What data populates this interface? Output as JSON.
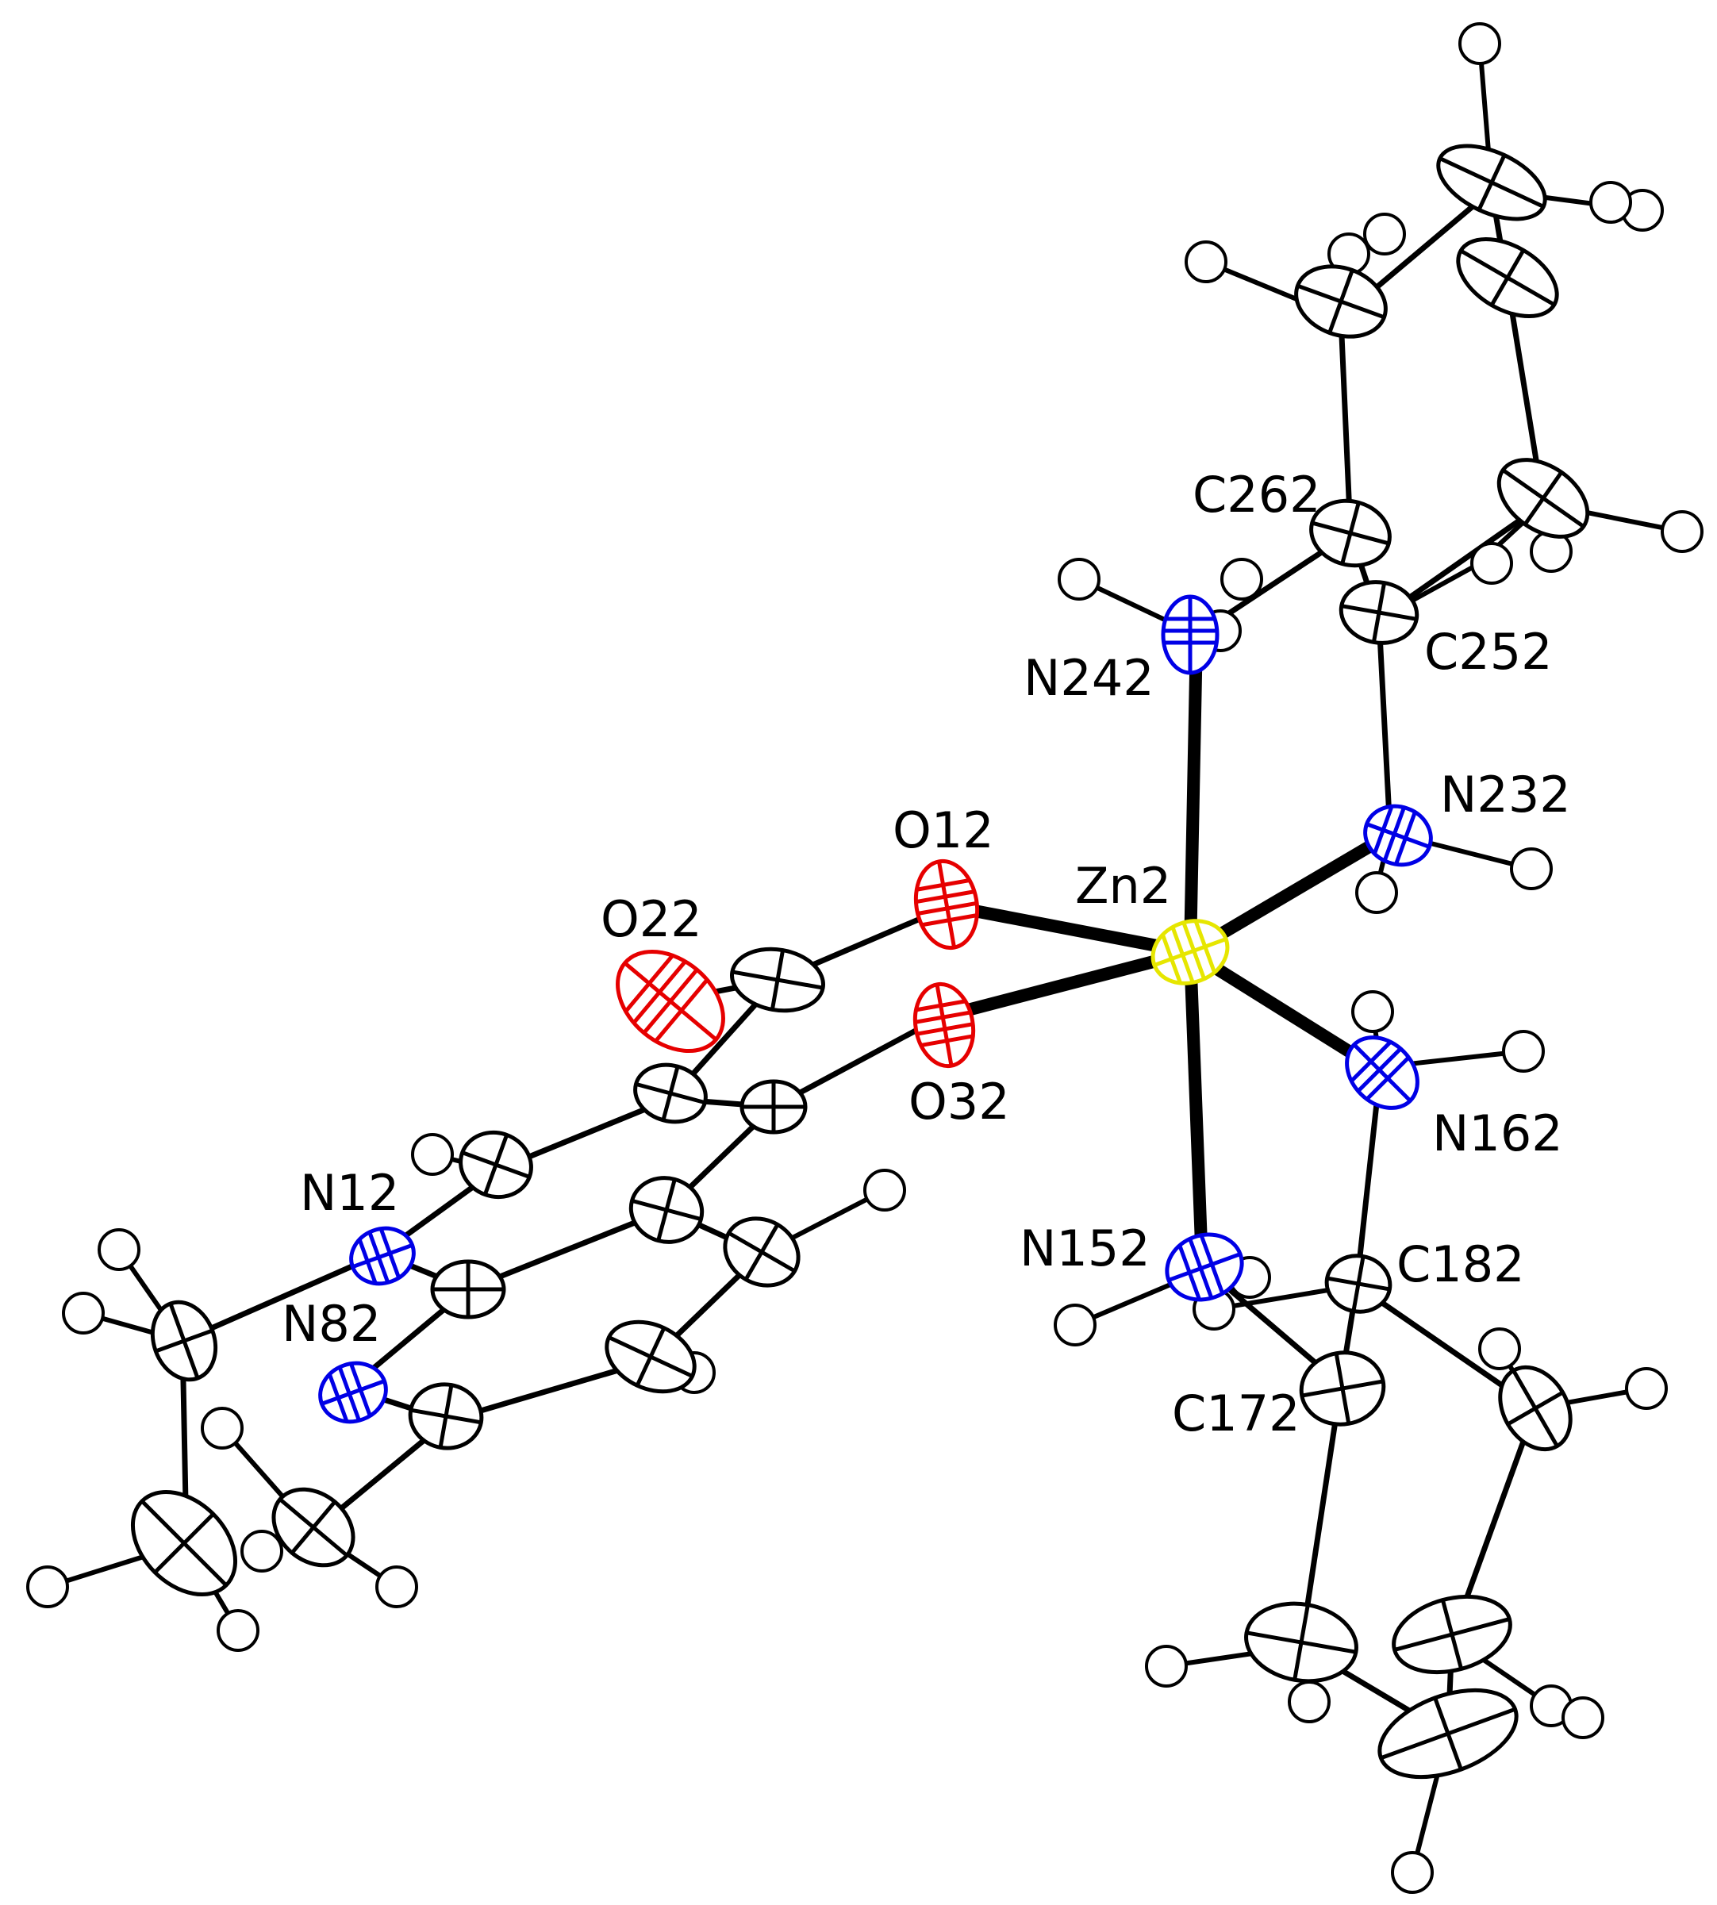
{
  "figure": {
    "metal_center": "Zn2",
    "atom_labels": [
      {
        "key": "c262",
        "text": "C262"
      },
      {
        "key": "n242",
        "text": "N242"
      },
      {
        "key": "c252",
        "text": "C252"
      },
      {
        "key": "n232",
        "text": "N232"
      },
      {
        "key": "o12",
        "text": "O12"
      },
      {
        "key": "zn2",
        "text": "Zn2"
      },
      {
        "key": "o22",
        "text": "O22"
      },
      {
        "key": "o32",
        "text": "O32"
      },
      {
        "key": "n162",
        "text": "N162"
      },
      {
        "key": "n12",
        "text": "N12"
      },
      {
        "key": "n152",
        "text": "N152"
      },
      {
        "key": "c182",
        "text": "C182"
      },
      {
        "key": "n82",
        "text": "N82"
      },
      {
        "key": "c172",
        "text": "C172"
      }
    ],
    "element_colors": {
      "Zn": "#f2f200",
      "O": "#e60000",
      "N": "#0000e6",
      "C": "#000000",
      "H": "#000000"
    }
  }
}
